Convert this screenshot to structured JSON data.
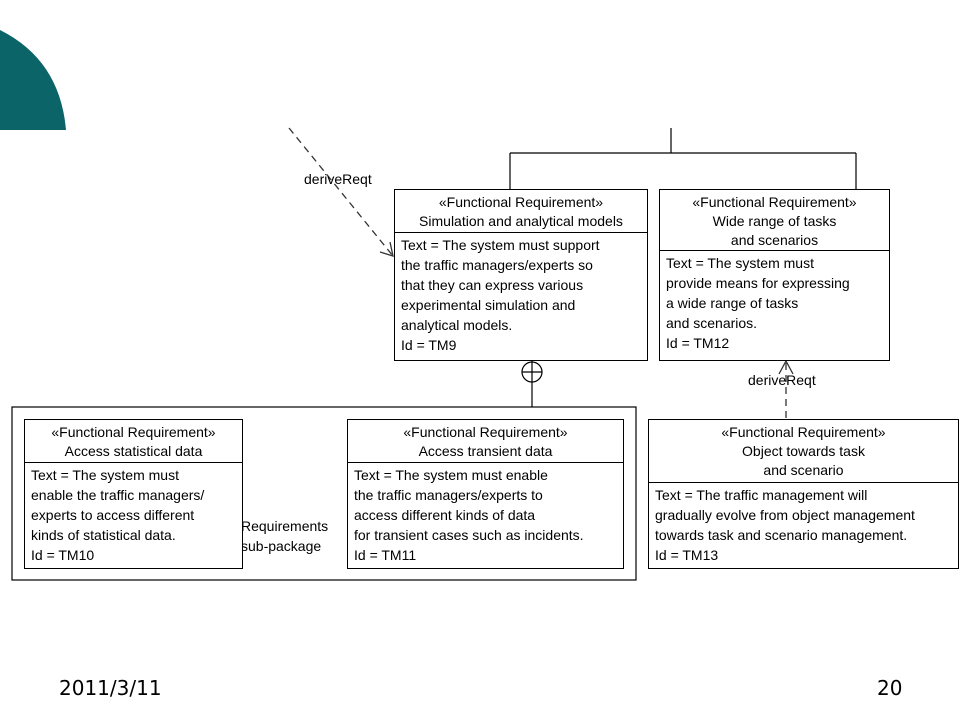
{
  "colors": {
    "corner_accent": "#0b6467",
    "line": "#000000",
    "dashed_line": "#333333"
  },
  "relations": {
    "derive_top": "deriveReqt",
    "derive_right": "deriveReqt"
  },
  "package": {
    "label_line1": "Requirements",
    "label_line2": "sub-package"
  },
  "requirements": [
    {
      "stereotype": "«Functional Requirement»",
      "name": [
        "Simulation and analytical models"
      ],
      "text": [
        "Text = The system must support",
        "the traffic managers/experts so",
        "that they can express various",
        "experimental simulation and",
        "analytical models."
      ],
      "id": "Id = TM9"
    },
    {
      "stereotype": "«Functional Requirement»",
      "name": [
        "Wide range of tasks",
        "and scenarios"
      ],
      "text": [
        "Text = The system must",
        "provide means for expressing",
        "a wide range of tasks",
        "and scenarios."
      ],
      "id": "Id = TM12"
    },
    {
      "stereotype": "«Functional Requirement»",
      "name": [
        "Access statistical data"
      ],
      "text": [
        "Text = The system must",
        "enable the traffic managers/",
        "experts to access different",
        "kinds of statistical data."
      ],
      "id": "Id = TM10"
    },
    {
      "stereotype": "«Functional Requirement»",
      "name": [
        "Access transient data"
      ],
      "text": [
        "Text = The system must enable",
        "the traffic managers/experts to",
        "access different kinds of data",
        "for transient cases such as incidents."
      ],
      "id": "Id = TM11"
    },
    {
      "stereotype": "«Functional Requirement»",
      "name": [
        "Object towards task",
        "and scenario"
      ],
      "text": [
        "Text = The traffic management will",
        "gradually evolve from object management",
        "towards task and scenario management."
      ],
      "id": "Id = TM13"
    }
  ],
  "footer": {
    "date": "2011/3/11",
    "page": "20"
  }
}
